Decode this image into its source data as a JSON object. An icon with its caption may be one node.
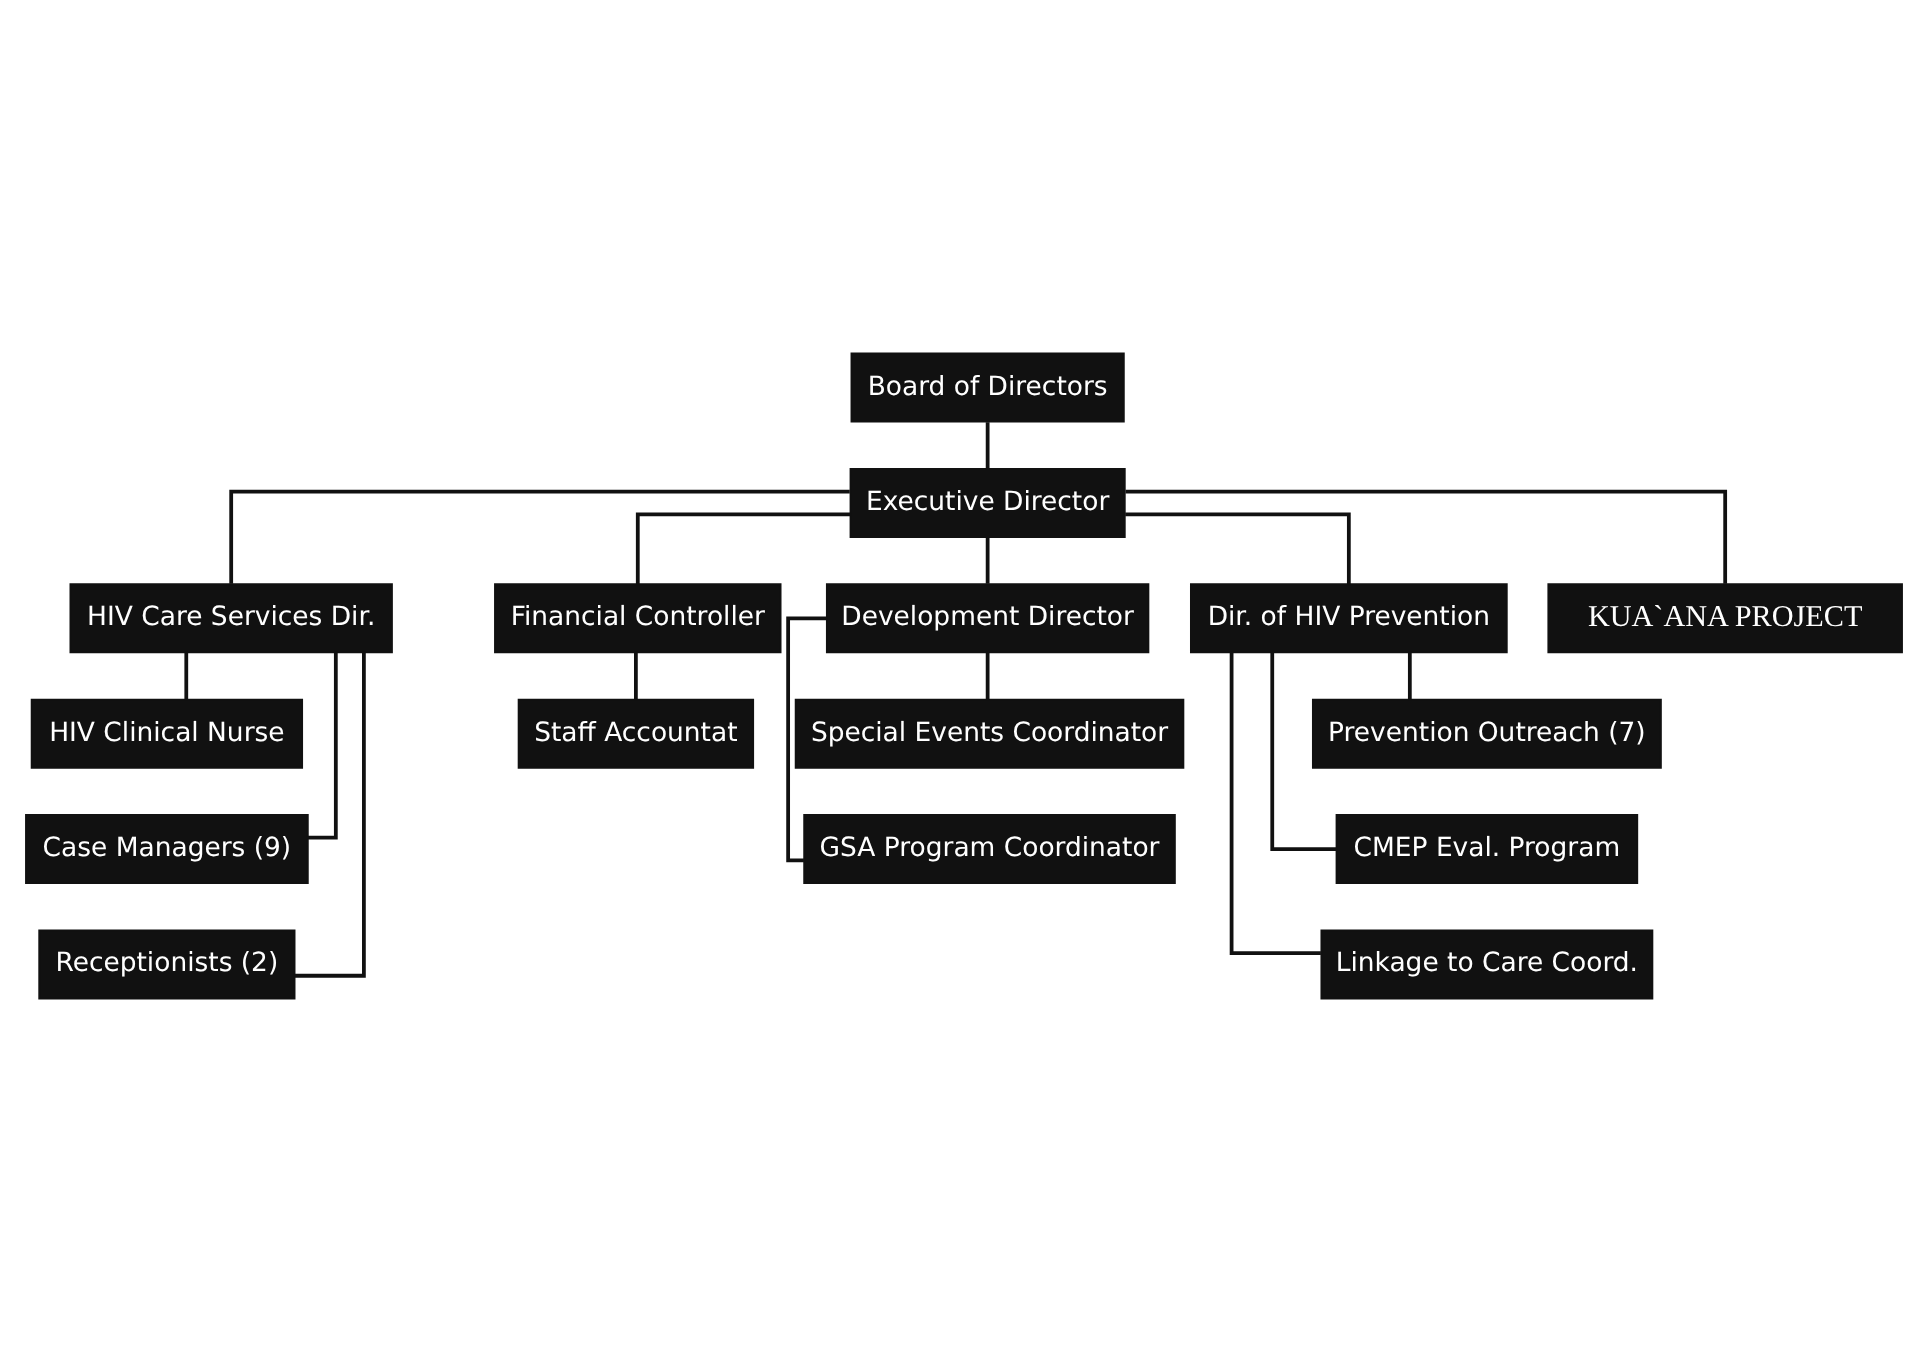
{
  "diagram": {
    "nodes": [
      {
        "text": [
          "Board of Directors"
        ]
      },
      {
        "text": [
          "Executive Director"
        ]
      },
      {
        "text": [
          "HIV Care Services Dir."
        ]
      },
      {
        "text": [
          "Financial Controller"
        ]
      },
      {
        "text": [
          "Development Director"
        ]
      },
      {
        "text": [
          "Dir. of HIV Prevention"
        ]
      },
      {
        "text": [
          "KUA`ANA PROJECT"
        ]
      },
      {
        "text": [
          "HIV Clinical Nurse"
        ]
      },
      {
        "text": [
          "Case Managers (9)"
        ]
      },
      {
        "text": [
          "Receptionists (2)"
        ]
      },
      {
        "text": [
          "Staff Accountat"
        ]
      },
      {
        "text": [
          "Special Events Coordinator"
        ]
      },
      {
        "text": [
          "GSA Program Coordinator"
        ]
      },
      {
        "text": [
          "Prevention Outreach (7)"
        ]
      },
      {
        "text": [
          "CMEP Eval. Program"
        ]
      },
      {
        "text": [
          "Linkage to Care Coord."
        ]
      }
    ],
    "edges": [
      {
        "from": 0,
        "to": 1,
        "arrow": "none"
      },
      {
        "from": 1,
        "to": 2,
        "arrow": "none"
      },
      {
        "from": 1,
        "to": 3,
        "arrow": "none"
      },
      {
        "from": 1,
        "to": 4,
        "arrow": "none"
      },
      {
        "from": 1,
        "to": 5,
        "arrow": "none"
      },
      {
        "from": 1,
        "to": 6,
        "arrow": "none"
      },
      {
        "from": 2,
        "to": 7,
        "arrow": "none"
      },
      {
        "from": 2,
        "to": 8,
        "arrow": "none"
      },
      {
        "from": 2,
        "to": 9,
        "arrow": "none"
      },
      {
        "from": 3,
        "to": 10,
        "arrow": "none"
      },
      {
        "from": 4,
        "to": 11,
        "arrow": "none"
      },
      {
        "from": 4,
        "to": 12,
        "arrow": "none"
      },
      {
        "from": 5,
        "to": 13,
        "arrow": "none"
      },
      {
        "from": 5,
        "to": 14,
        "arrow": "none"
      },
      {
        "from": 5,
        "to": 15,
        "arrow": "none"
      }
    ]
  }
}
